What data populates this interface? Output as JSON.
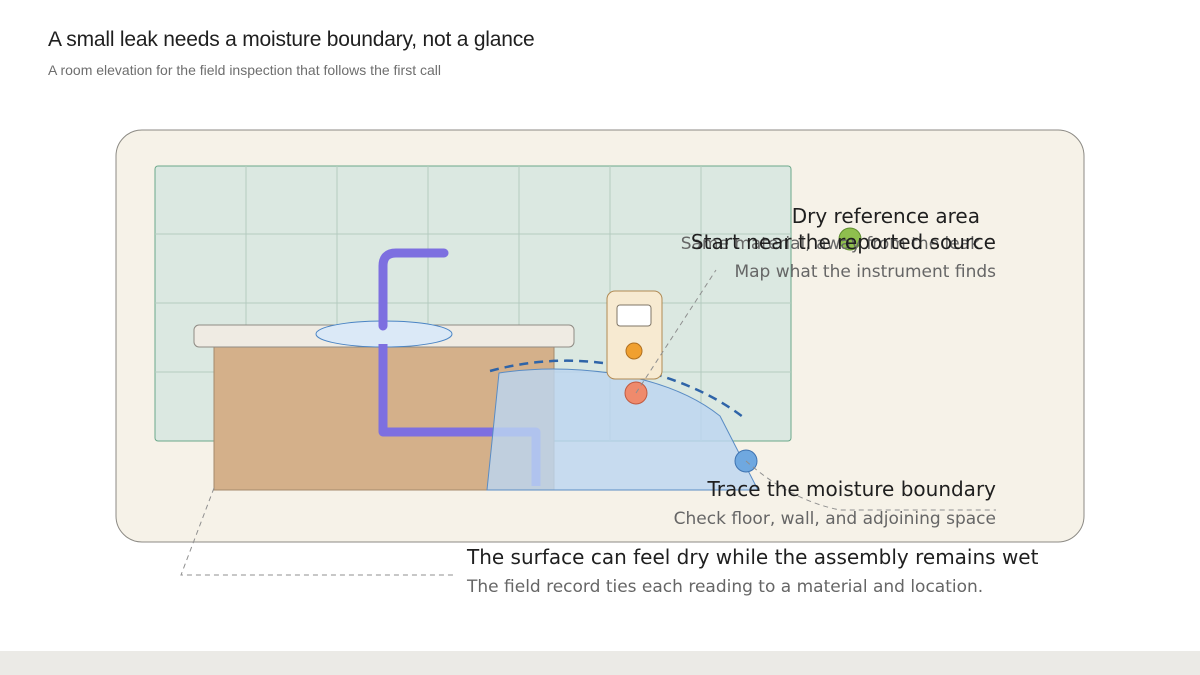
{
  "header": {
    "title": "A small leak needs a moisture boundary, not a glance",
    "subtitle": "A room elevation for the field inspection that follows the first call"
  },
  "callouts": {
    "dry_reference": {
      "title": "Dry reference area",
      "note": "Same material, away from the leak"
    },
    "reported_source": {
      "title": "Start near the reported source",
      "note": "Map what the instrument finds"
    },
    "moisture_boundary": {
      "title": "Trace the moisture boundary",
      "note": "Check floor, wall, and adjoining space"
    },
    "assembly": {
      "title": "The surface can feel dry while the assembly remains wet",
      "note": "The field record ties each reading to a material and location."
    }
  },
  "colors": {
    "room_fill": "#f6f2e8",
    "tile_fill": "#dbe8e1",
    "cabinet": "#d4b08a",
    "countertop": "#efebe3",
    "pipe": "#7d6fe0",
    "wet_zone": "#bcd6f0",
    "source_marker": "#ef8a6c",
    "boundary_marker": "#6fa8e0",
    "dry_marker": "#8fbf4e",
    "meter_indicator": "#f0a030"
  }
}
